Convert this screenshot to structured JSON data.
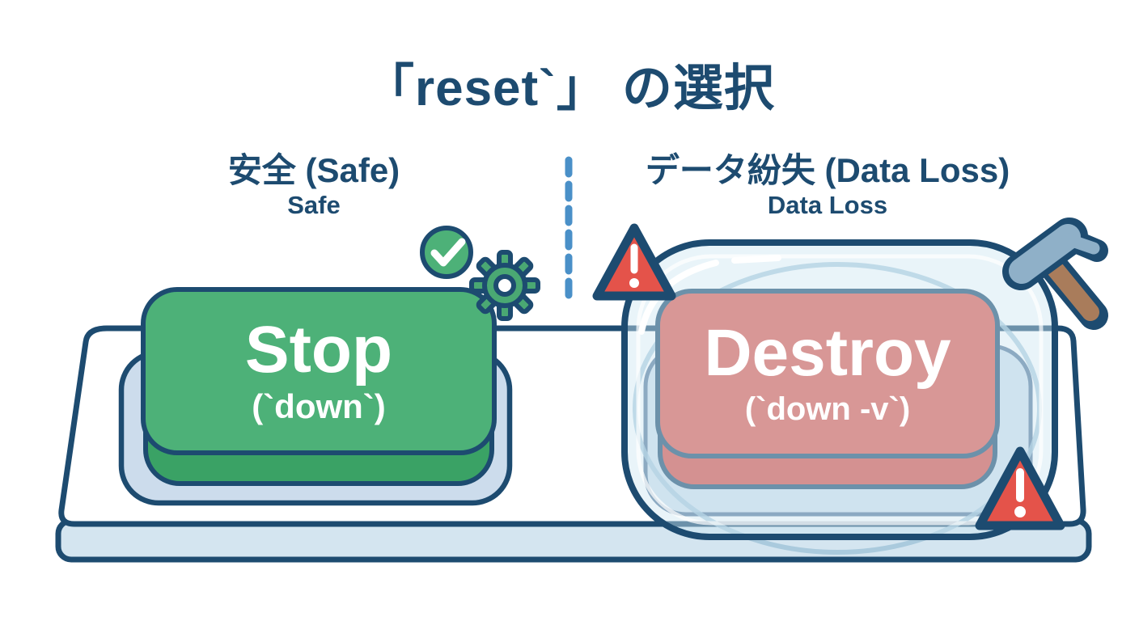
{
  "title": "「reset`」 の選択",
  "columns": {
    "safe": {
      "heading_jp": "安全 (Safe)",
      "heading_en": "Safe",
      "button": {
        "label": "Stop",
        "sublabel": "(`down`)",
        "color": "#4db178"
      },
      "icons": [
        "check-circle-icon",
        "gear-icon"
      ]
    },
    "danger": {
      "heading_jp": "データ紛失 (Data Loss)",
      "heading_en": "Data Loss",
      "button": {
        "label": "Destroy",
        "sublabel": "(`down -v`)",
        "color": "#e0564c"
      },
      "icons": [
        "warning-triangle-icon",
        "glass-cover",
        "hammer-icon",
        "warning-triangle-icon"
      ]
    }
  },
  "colors": {
    "navy_outline": "#1d4b70",
    "title_text": "#1d4b70",
    "green_face": "#4db178",
    "green_side": "#3aa265",
    "red_face": "#e0564c",
    "red_side": "#d94b43",
    "pedestal_blue": "#ccdcec",
    "platform_top": "#ffffff",
    "platform_side": "#d4e5f0",
    "glass_tint": "#cfe6f2",
    "divider_blue": "#4a90c8",
    "triangle_red": "#e4534a",
    "gear_green": "#4aa873",
    "check_green": "#4db178",
    "hammer_head": "#8fb0c8",
    "hammer_handle": "#a97c5b",
    "button_text": "#ffffff"
  }
}
